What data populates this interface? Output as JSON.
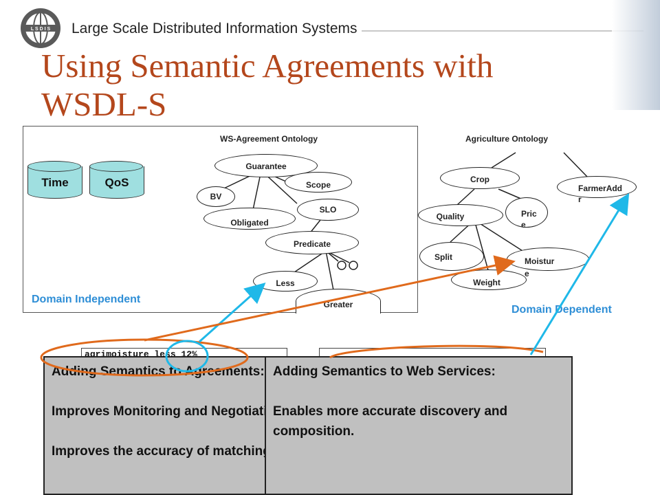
{
  "header": {
    "brand": "Large Scale Distributed Information Systems",
    "logo_text": "L S D I S",
    "logo_icon": "globe-logo-icon"
  },
  "slide": {
    "title": "Using Semantic Agreements with WSDL-S"
  },
  "left_diagram": {
    "title": "WS-Agreement Ontology",
    "cylinders": [
      "Time",
      "QoS"
    ],
    "nodes": {
      "guarantee": "Guarantee",
      "scope": "Scope",
      "bv": "BV",
      "slo": "SLO",
      "obligated": "Obligated",
      "predicate": "Predicate",
      "less": "Less",
      "greater": "Greater"
    },
    "domain_label": "Domain Independent"
  },
  "right_diagram": {
    "title": "Agriculture Ontology",
    "nodes": {
      "crop": "Crop",
      "farmer_addr_1": "FarmerAdd",
      "farmer_addr_2": "r",
      "quality": "Quality",
      "price_1": "Pric",
      "price_2": "e",
      "split": "Split",
      "moisture_1": "Moistur",
      "moisture_2": "e",
      "weight": "Weight"
    },
    "domain_label": "Domain Dependent"
  },
  "documents": {
    "agreement_snippet": "agrimoisture less 12%"
  },
  "callouts": {
    "left": {
      "heading": "Adding Semantics to Agreements:",
      "line1": "Improves Monitoring and Negotiation.",
      "line2": "Improves the accuracy of matching."
    },
    "right": {
      "heading": "Adding Semantics to Web Services:",
      "line1": "Enables more accurate discovery and composition."
    }
  },
  "colors": {
    "title": "#b4471c",
    "domain_label": "#2e8ed6",
    "cylinder_fill": "#9fdfe0",
    "arrow_cyan": "#1fb8e8",
    "arrow_orange": "#e06a1c",
    "callout_bg": "#c0c0c0"
  }
}
